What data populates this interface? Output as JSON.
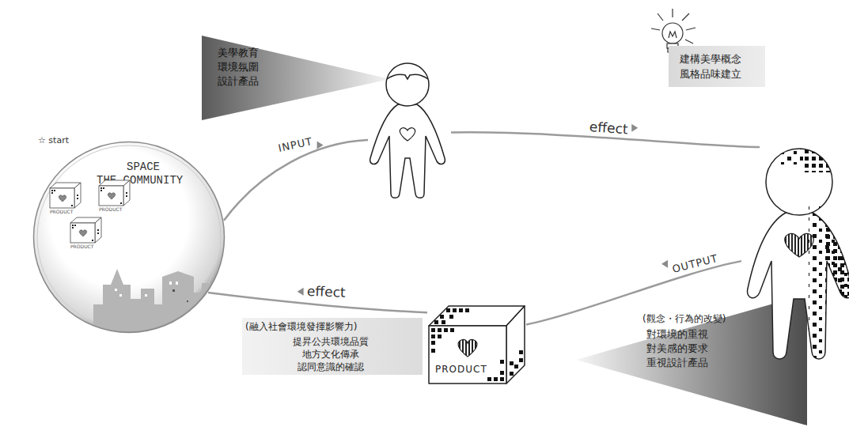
{
  "diagram": {
    "nodes": [
      {
        "text": [
          "SPACE THE COMMUNITY"
        ]
      },
      {
        "text": [
          "PRODUCT"
        ],
        "in": 0
      },
      {
        "text": [
          "PRODUCT"
        ],
        "in": 0
      },
      {
        "text": [
          "PRODUCT"
        ],
        "in": 0
      },
      {
        "text": [
          "美學教育 環境氛圍 設計產品"
        ]
      },
      {
        "text": [
          "建構美學概念 風格品味建立"
        ]
      },
      {
        "text": [
          "(觀念・行為的改變)",
          "對環境的重視 對美感的要求 重視設計產品"
        ]
      },
      {
        "text": [
          "PRODUCT"
        ]
      },
      {
        "text": [
          "(融入社會環境發揮影響力)",
          "提昇公共環境品質 地方文化傳承 認同意識的確認"
        ]
      }
    ],
    "edges": [
      {
        "from": 0,
        "to": 4,
        "label": "INPUT",
        "arrow": "to"
      },
      {
        "from": 4,
        "to": 6,
        "label": "effect",
        "arrow": "to"
      },
      {
        "from": 6,
        "to": 7,
        "label": "OUTPUT",
        "arrow": "to"
      },
      {
        "from": 7,
        "to": 0,
        "label": "effect",
        "arrow": "to"
      }
    ],
    "labels": [
      "☆ start"
    ]
  }
}
